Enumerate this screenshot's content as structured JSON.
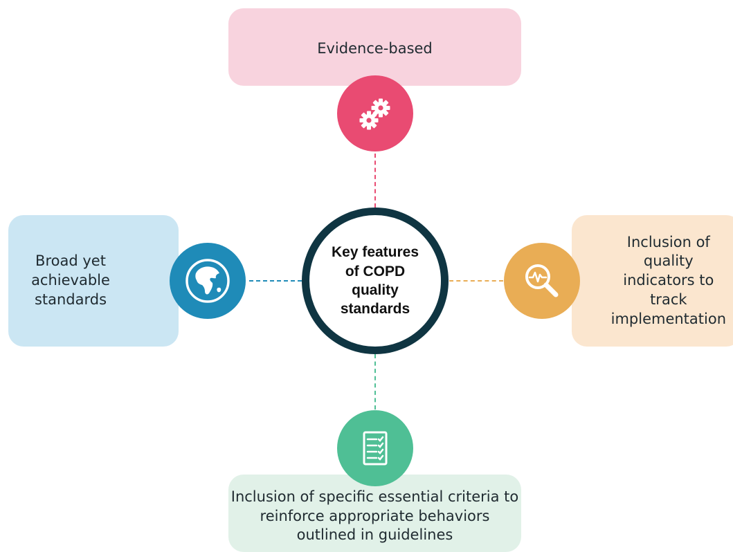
{
  "center": {
    "label": "Key features\nof COPD\nquality\nstandards"
  },
  "features": {
    "top": {
      "label": "Evidence-based",
      "icon": "gears-icon"
    },
    "left": {
      "label": "Broad yet achievable\nstandards",
      "icon": "globe-icon"
    },
    "right": {
      "label": "Inclusion of quality\nindicators to track\nimplementation",
      "icon": "magnifier-pulse-icon"
    },
    "bottom": {
      "label": "Inclusion of specific essential criteria to\nreinforce appropriate behaviors\noutlined in guidelines",
      "icon": "checklist-icon"
    }
  },
  "colors": {
    "top": {
      "box": "#f8d3de",
      "circle": "#e94b72"
    },
    "left": {
      "box": "#cbe6f3",
      "circle": "#1f8bb8"
    },
    "right": {
      "box": "#fbe6cf",
      "circle": "#e9ad55"
    },
    "bottom": {
      "box": "#e1f1e8",
      "circle": "#4fbf95"
    },
    "center_ring": "#0f3542"
  }
}
